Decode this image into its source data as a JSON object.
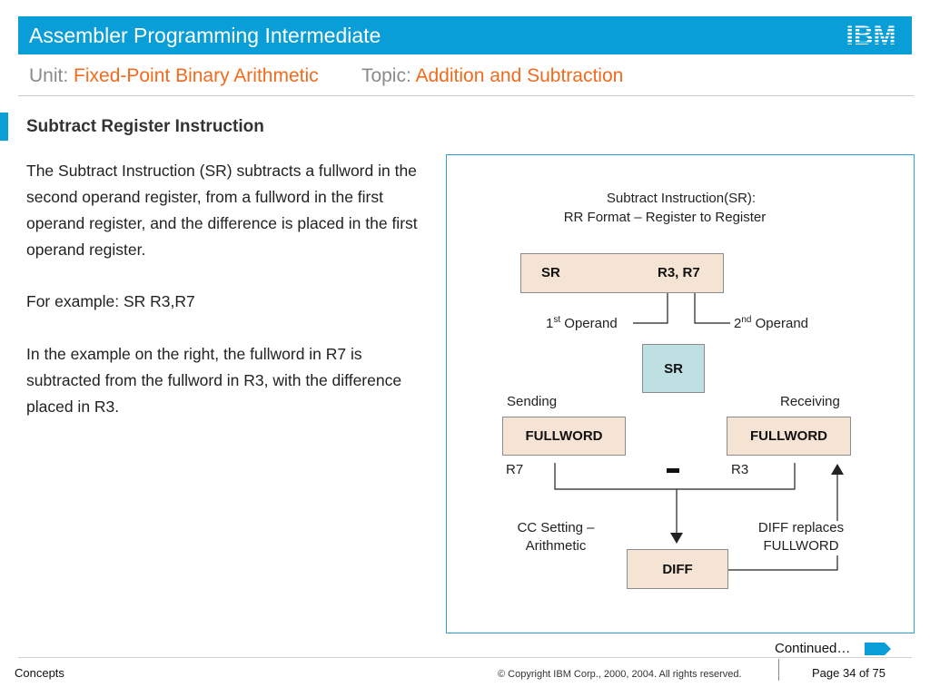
{
  "header": {
    "course_title": "Assembler Programming Intermediate",
    "logo_text": "IBM",
    "unit_label": "Unit:",
    "unit_value": "Fixed-Point Binary Arithmetic",
    "topic_label": "Topic:",
    "topic_value": "Addition and Subtraction"
  },
  "slide": {
    "heading": "Subtract Register Instruction",
    "paragraphs": [
      "The Subtract Instruction (SR) subtracts a fullword in the second operand register, from a fullword in the first operand register, and the difference is placed in the first operand register.",
      "For example:  SR   R3,R7",
      "In the example on the right, the fullword in R7 is subtracted from the fullword in R3, with the difference placed in R3."
    ]
  },
  "diagram": {
    "caption_line1": "Subtract Instruction(SR):",
    "caption_line2": "RR Format – Register to Register",
    "instr_mnemonic": "SR",
    "instr_operands": "R3, R7",
    "op1_base": "1",
    "op1_sup": "st",
    "op1_text": " Operand",
    "op2_base": "2",
    "op2_sup": "nd",
    "op2_text": " Operand",
    "op_box": "SR",
    "sending_label": "Sending",
    "receiving_label": "Receiving",
    "sending_box": "FULLWORD",
    "receiving_box": "FULLWORD",
    "r7_label": "R7",
    "r3_label": "R3",
    "cc_line1": "CC Setting –",
    "cc_line2": "Arithmetic",
    "diff_line1": "DIFF replaces",
    "diff_line2": "FULLWORD",
    "diff_box": "DIFF"
  },
  "footer": {
    "continued": "Continued…",
    "section": "Concepts",
    "copyright": "© Copyright IBM Corp., 2000, 2004. All rights reserved.",
    "page": "Page 34 of 75"
  },
  "colors": {
    "header_blue": "#0a9ed8",
    "accent_orange": "#f26b1d",
    "tan_box": "#f5e4d4",
    "blue_box": "#bfe0e3"
  },
  "icons": [
    "ibm-logo",
    "continued-arrow-icon",
    "arrow-down-icon",
    "arrow-up-icon"
  ]
}
